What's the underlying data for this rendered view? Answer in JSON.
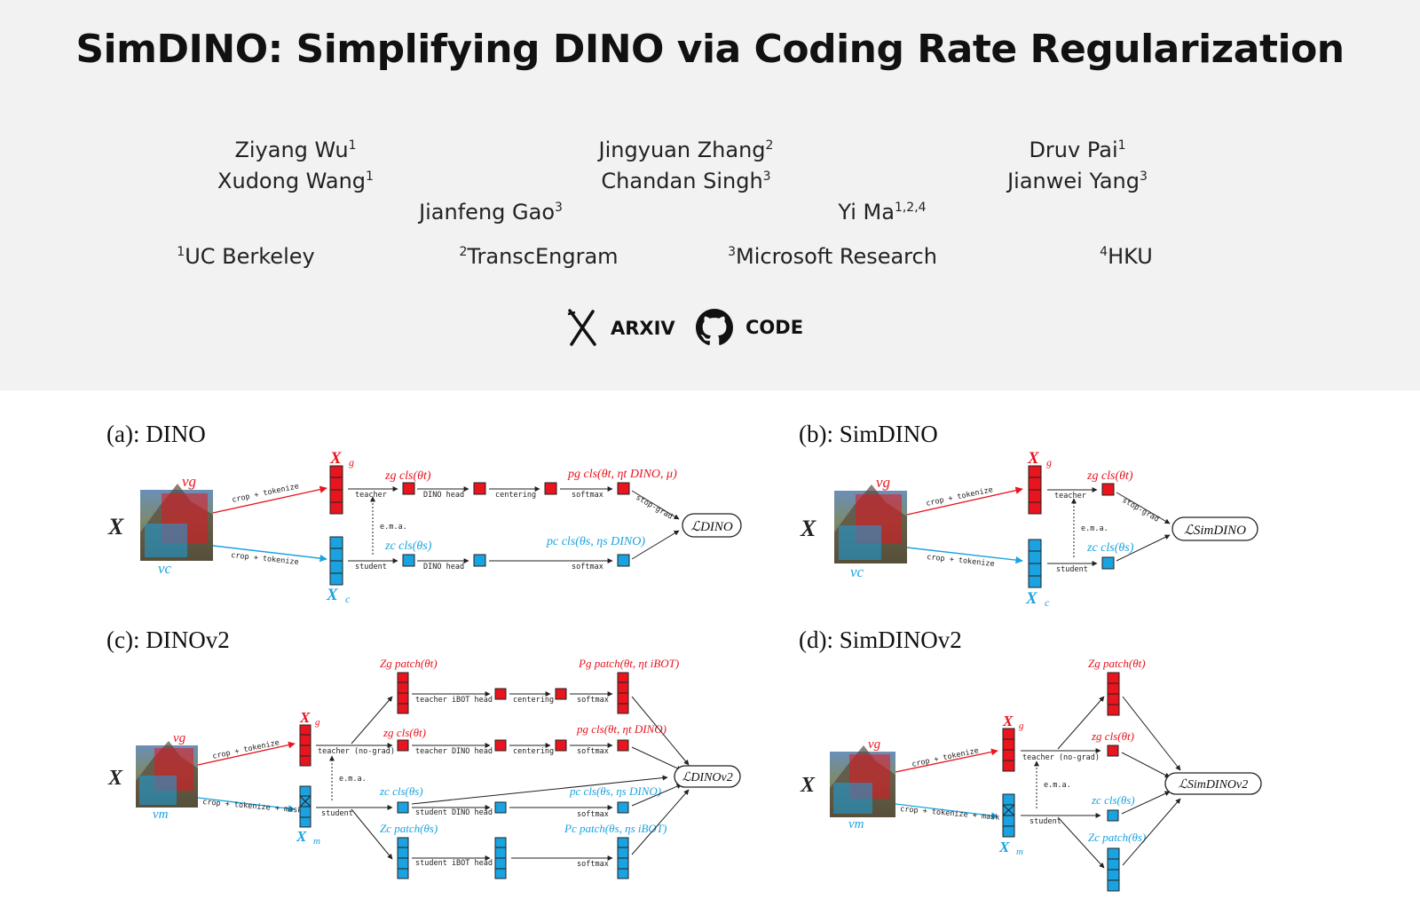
{
  "title": "SimDINO: Simplifying DINO via Coding Rate Regularization",
  "authors": [
    {
      "name": "Ziyang Wu",
      "sup": "1"
    },
    {
      "name": "Xudong Wang",
      "sup": "1"
    },
    {
      "name": "Jingyuan Zhang",
      "sup": "2"
    },
    {
      "name": "Chandan Singh",
      "sup": "3"
    },
    {
      "name": "Druv Pai",
      "sup": "1"
    },
    {
      "name": "Jianwei Yang",
      "sup": "3"
    },
    {
      "name": "Jianfeng Gao",
      "sup": "3"
    },
    {
      "name": "Yi Ma",
      "sup": "1,2,4"
    }
  ],
  "affiliations": [
    {
      "sup": "1",
      "name": "UC Berkeley"
    },
    {
      "sup": "2",
      "name": "TranscEngram"
    },
    {
      "sup": "3",
      "name": "Microsoft Research"
    },
    {
      "sup": "4",
      "name": "HKU"
    }
  ],
  "links": [
    {
      "label": "ARXIV",
      "icon": "arxiv-icon"
    },
    {
      "label": "CODE",
      "icon": "github-icon"
    }
  ],
  "figures": {
    "a": {
      "label": "(a): DINO",
      "loss": "ℒDINO"
    },
    "b": {
      "label": "(b): SimDINO",
      "loss": "ℒSimDINO"
    },
    "c": {
      "label": "(c): DINOv2",
      "loss": "ℒDINOv2"
    },
    "d": {
      "label": "(d): SimDINOv2",
      "loss": "ℒSimDINOv2"
    }
  },
  "diagram_text": {
    "X": "X",
    "Xg": "X",
    "g": "g",
    "Xc": "X",
    "c": "c",
    "Xm": "X",
    "m": "m",
    "vg": "vg",
    "vc": "vc",
    "vm": "vm",
    "crop_tokenize": "crop + tokenize",
    "crop_tokenize_mask": "crop + tokenize + mask",
    "teacher": "teacher",
    "teacher_nograd": "teacher (no-grad)",
    "student": "student",
    "ema": "e.m.a.",
    "dino_head": "DINO head",
    "centering": "centering",
    "softmax": "softmax",
    "stop_grad": "stop-grad",
    "teacher_ibot_head": "teacher iBOT head",
    "teacher_dino_head": "teacher DINO head",
    "student_dino_head": "student DINO head",
    "student_ibot_head": "student iBOT head",
    "z_g_cls_t": "zg cls(θt)",
    "z_c_cls_s": "zc cls(θs)",
    "p_g_cls": "pg cls(θt, ηt DINO, μ)",
    "p_c_cls": "pc cls(θs, ηs DINO)",
    "Z_g_patch": "Zg patch(θt)",
    "P_g_patch": "Pg patch(θt, ηt iBOT)",
    "p_g_cls2": "pg cls(θt, ηt DINO)",
    "Z_c_patch": "Zc patch(θs)",
    "P_c_patch": "Pc patch(θs, ηs iBOT)"
  },
  "colors": {
    "teacher": "#e8141e",
    "student": "#1aa3e0",
    "hero_bg": "#f2f2f2"
  }
}
